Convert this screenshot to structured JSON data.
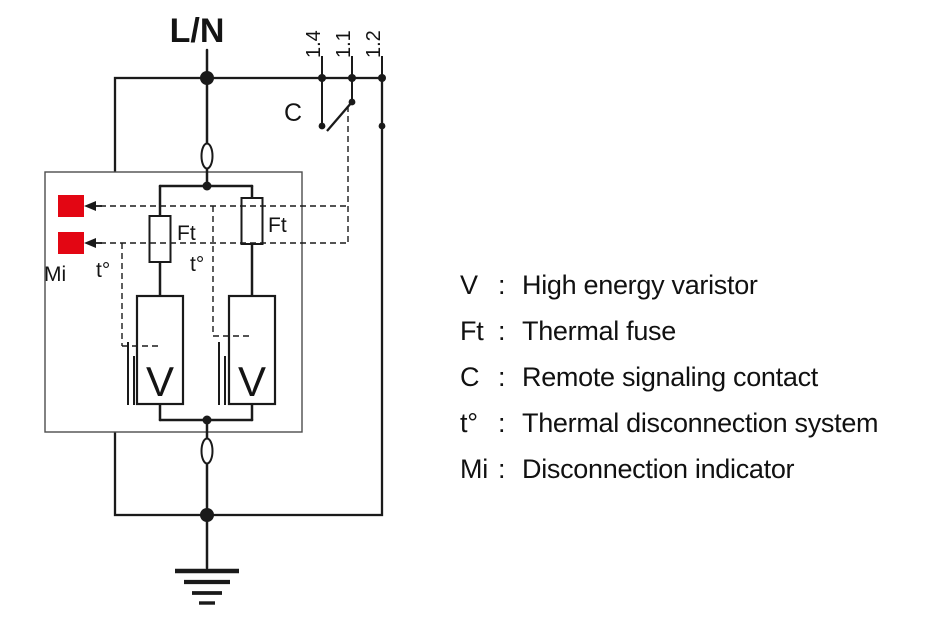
{
  "diagram": {
    "top_label": "L/N",
    "terminals": [
      "1.4",
      "1.1",
      "1.2"
    ],
    "contact_label": "C",
    "fuse_label": "Ft",
    "thermal_label": "t°",
    "indicator_label": "Mi",
    "varistor_label": "V"
  },
  "legend": {
    "colon": ":",
    "items": [
      {
        "term": "V",
        "desc": "High energy varistor"
      },
      {
        "term": "Ft",
        "desc": "Thermal fuse"
      },
      {
        "term": "C",
        "desc": "Remote signaling contact"
      },
      {
        "term": "t°",
        "desc": "Thermal disconnection system"
      },
      {
        "term": "Mi",
        "desc": "Disconnection indicator"
      }
    ]
  },
  "colors": {
    "indicator_red": "#e30613",
    "line": "#1a1a1a"
  }
}
